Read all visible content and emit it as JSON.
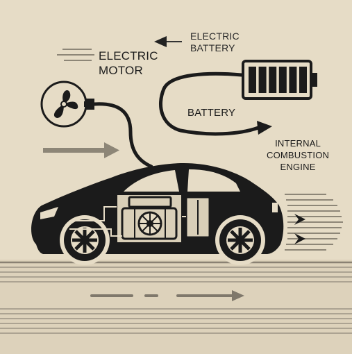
{
  "labels": {
    "electric_motor_line1": "ELECTRIC",
    "electric_motor_line2": "MOTOR",
    "electric_battery_line1": "ELECTRIC",
    "electric_battery_line2": "BATTERY",
    "battery": "BATTERY",
    "ice_line1": "INTERNAL",
    "ice_line2": "COMBUSTION",
    "ice_line3": "ENGINE"
  },
  "icons": [
    "fan-icon",
    "battery-icon",
    "engine-icon",
    "car-icon",
    "arrow-icon"
  ],
  "battery_cells": 6,
  "colors": {
    "background": "#e6dcc6",
    "ink": "#1b1b1b",
    "road_lines": "#9c9384",
    "arrow_gray": "#8d8677"
  }
}
